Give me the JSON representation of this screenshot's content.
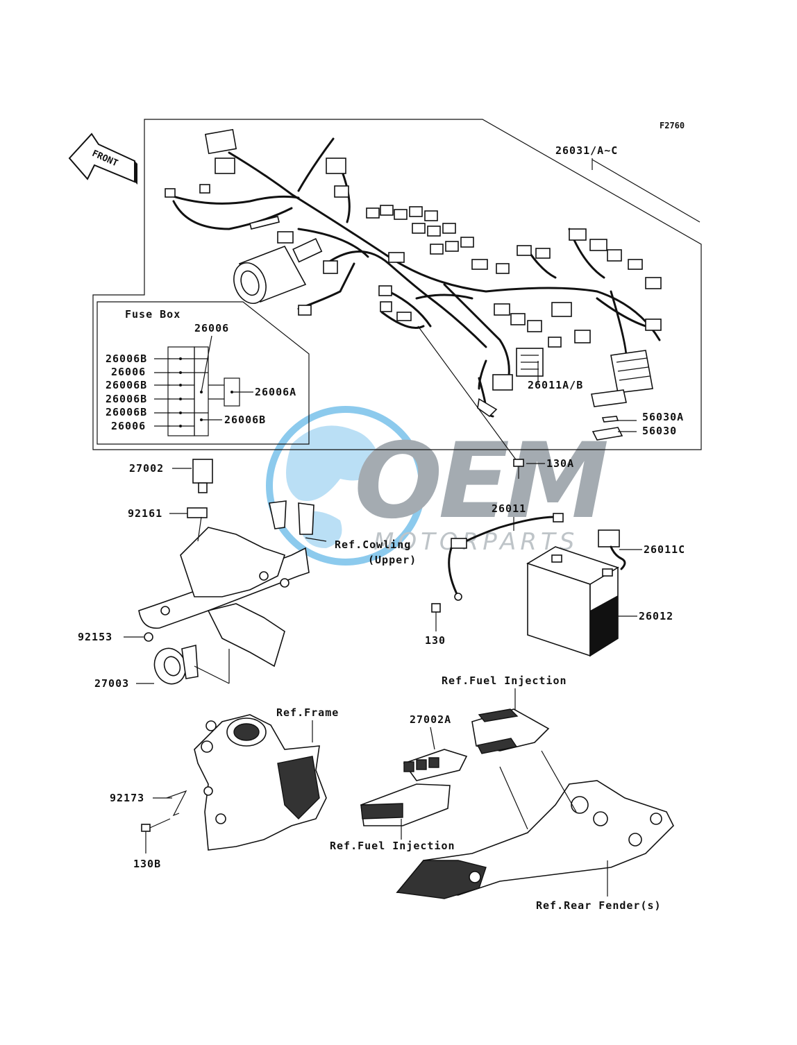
{
  "figure_code": "F2760",
  "front_label": "FRONT",
  "fuse_box": {
    "title": "Fuse Box",
    "labels": [
      "26006B",
      "26006",
      "26006B",
      "26006B",
      "26006B",
      "26006"
    ],
    "top_label": "26006",
    "side_a": "26006A",
    "side_b": "26006B"
  },
  "parts": {
    "harness": "26031/A~C",
    "lead_ab": "26011A/B",
    "p56030a": "56030A",
    "p56030": "56030",
    "p130a": "130A",
    "p27002": "27002",
    "p92161": "92161",
    "p26011": "26011",
    "p26011c": "26011C",
    "p26012": "26012",
    "p130": "130",
    "p92153": "92153",
    "p27003": "27003",
    "p27002a": "27002A",
    "p92173": "92173",
    "p130b": "130B"
  },
  "refs": {
    "cowling_1": "Ref.Cowling",
    "cowling_2": "(Upper)",
    "fuel_inj_top": "Ref.Fuel Injection",
    "frame": "Ref.Frame",
    "fuel_inj_bottom": "Ref.Fuel Injection",
    "rear_fender": "Ref.Rear Fender(s)"
  },
  "watermark": {
    "brand": "OEM",
    "sub": "MOTORPARTS",
    "brand_color": "#5b6873",
    "globe_color": "#2f9fe0"
  }
}
